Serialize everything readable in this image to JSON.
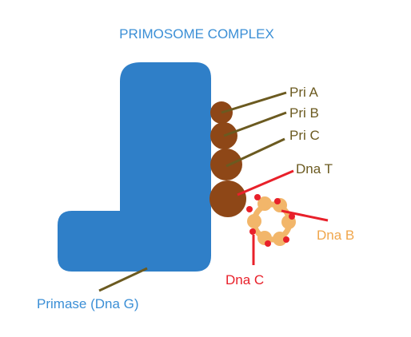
{
  "title": "PRIMOSOME COMPLEX",
  "labels": {
    "pri_a": "Pri A",
    "pri_b": "Pri B",
    "pri_c": "Pri C",
    "dna_t": "Dna T",
    "dna_b": "Dna B",
    "dna_c": "Dna C",
    "primase": "Primase (Dna G)"
  },
  "colors": {
    "title": "#3b8fd6",
    "primase_body": "#2f7fc8",
    "primase_label": "#3b8fd6",
    "pri_proteins": "#8e4717",
    "leader_line": "#6b5a20",
    "dna_b_ring": "#f2b66a",
    "dna_b_label": "#f0a64c",
    "dna_c": "#e8202a"
  }
}
